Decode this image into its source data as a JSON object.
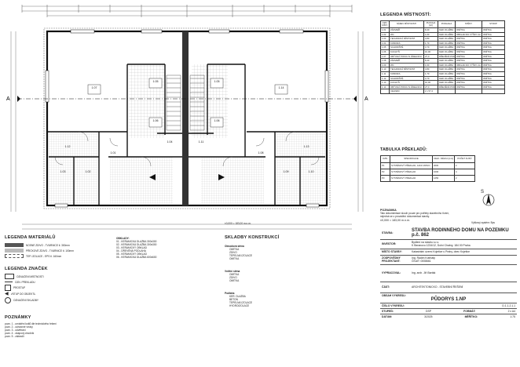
{
  "plan": {
    "section_marker": "A",
    "north": "S",
    "room_labels": [
      "1.07",
      "1.05",
      "1.06",
      "1.06",
      "1.05",
      "1.14",
      "1.04",
      "1.11",
      "1.01",
      "1.08",
      "1.03",
      "1.02",
      "1.09",
      "1.10",
      "1.12",
      "1.13"
    ]
  },
  "rooms_legend": {
    "title": "LEGENDA MÍSTNOSTÍ:",
    "headers": [
      "OZN. MÍST.",
      "NÁZEV MÍSTNOSTI",
      "PLOCHA [m²]",
      "PODLAHA",
      "STĚNY",
      "STROP"
    ],
    "rows": [
      [
        "1.01",
        "ZÁDVEŘÍ",
        "8,40",
        "KER. DLAŽBA",
        "OMÍTKA",
        "OMÍTKA"
      ],
      [
        "1.02",
        "WC",
        "1,60",
        "KER. DLAŽBA",
        "OBKLAD DO VÝŠKY 2m",
        "OMÍTKA"
      ],
      [
        "1.03",
        "TECHNICKÁ MÍSTNOST",
        "3,80",
        "KER. DLAŽBA",
        "OMÍTKA",
        "OMÍTKA"
      ],
      [
        "1.04",
        "KOMORA",
        "1,70",
        "KER. DLAŽBA",
        "OMÍTKA",
        "OMÍTKA"
      ],
      [
        "1.05",
        "SCHODIŠTĚ",
        "3,70",
        "KER. DLAŽBA",
        "OMÍTKA",
        "OMÍTKA"
      ],
      [
        "1.06",
        "KUCHYŇ",
        "10,00",
        "KER. DLAŽBA",
        "OMÍTKA",
        "OMÍTKA"
      ],
      [
        "1.07",
        "OBÝVACÍ POKOJ S JÍDELNOU",
        "27,0",
        "DŘEVĚNÁ PODLAHA",
        "OMÍTKA",
        "OMÍTKA"
      ],
      [
        "1.08",
        "ZÁDVEŘÍ",
        "8,40",
        "KER. DLAŽBA",
        "OMÍTKA",
        "OMÍTKA"
      ],
      [
        "1.09",
        "WC",
        "1,60",
        "KER. DLAŽBA",
        "OBKLAD DO VÝŠKY 2m",
        "OMÍTKA"
      ],
      [
        "1.10",
        "TECHNICKÁ MÍSTNOST",
        "3,80",
        "KER. DLAŽBA",
        "OMÍTKA",
        "OMÍTKA"
      ],
      [
        "1.11",
        "KOMORA",
        "1,70",
        "KER. DLAŽBA",
        "OMÍTKA",
        "OMÍTKA"
      ],
      [
        "1.12",
        "SCHODIŠTĚ",
        "3,70",
        "KER. DLAŽBA",
        "OMÍTKA",
        "OMÍTKA"
      ],
      [
        "1.13",
        "KUCHYŇ",
        "10,00",
        "KER. DLAŽBA",
        "OMÍTKA",
        "OMÍTKA"
      ],
      [
        "1.14",
        "OBÝVACÍ POKOJ S JÍDELNOU",
        "27,0",
        "DŘEVĚNÁ PODLAHA",
        "OMÍTKA",
        "OMÍTKA"
      ],
      [
        "",
        "CELKEM",
        "2 x 57,4",
        "",
        "",
        ""
      ]
    ]
  },
  "lintels": {
    "title": "TABULKA PŘEKLADŮ:",
    "headers": [
      "OZN.",
      "SPECIFIKACE",
      "CELK. DÉLKA [mm]",
      "POČET KUSŮ"
    ],
    "rows": [
      [
        "P1",
        "SYSTÉMOVÝ PŘEKLAD, JAKO ZDIVO",
        "2000",
        "2"
      ],
      [
        "P2",
        "SYSTÉMOVÝ PŘEKLAD",
        "1000",
        "4"
      ],
      [
        "P3",
        "SYSTÉMOVÝ PŘEKLAD",
        "1250",
        "2"
      ]
    ]
  },
  "note": {
    "title": "POZNÁMKA",
    "text": [
      "Tato dokumentace slouží pouze pro potřeby stavebního řízení,",
      "nejedná se o prováděcí dokumentaci stavby."
    ],
    "elevation": "±0,000 = 183,00 m.n.m.",
    "system": "Výškový systém: Bpv"
  },
  "materials": {
    "title": "LEGENDA MATERIÁLŮ",
    "items": [
      "NOSNÉ ZDIVO - TVÁRNICE tl. 300mm",
      "PŘÍČKOVÉ ZDIVO - TVÁRNICE tl. 100mm",
      "TEP. IZOLACE - EPS tl. 160mm"
    ],
    "floors_title": "OBKLADY:",
    "floors": [
      "01 - KERAMICKÁ DLAŽBA 300x300",
      "02 - KERAMICKÁ DLAŽBA 300x300",
      "03 - KERAMICKÝ OBKLAD",
      "04 - DŘEVĚNÁ PODLAHA",
      "05 - KERAMICKÝ OBKLAD",
      "06 - KERAMICKÁ DLAŽBA 600x600"
    ]
  },
  "symbols": {
    "title": "LEGENDA ZNAČEK",
    "items": [
      "OZNAČENÍ MÍSTNOSTI",
      "OZN. PŘEKLADU",
      "PROSTUP",
      "VSTUP DO OBJEKTU",
      "OZNAČENÍ SKLADBY"
    ]
  },
  "remarks": {
    "title": "POZNÁMKY",
    "items": [
      "pozn. 1 - umístění kotlů dle technického řešení",
      "pozn. 2 - ochranné vrstvy",
      "pozn. 3 - odvětrání",
      "pozn. 4 - okapový chodník",
      "pozn. 5 - zábradlí"
    ]
  },
  "compositions": {
    "title": "SKLADBY KONSTRUKCÍ",
    "groups": [
      {
        "name": "Obvodová stěna",
        "lines": [
          "OMÍTKA",
          "ZDIVO",
          "TEPELNÁ IZOLACE",
          "OMÍTKA"
        ]
      },
      {
        "name": "Vnitřní stěna",
        "lines": [
          "OMÍTKA",
          "ZDIVO",
          "OMÍTKA"
        ]
      },
      {
        "name": "Podlaha",
        "lines": [
          "KER. DLAŽBA",
          "BETON",
          "TEPELNÁ IZOLACE",
          "HYDROIZOLACE"
        ]
      }
    ]
  },
  "titleblock": {
    "stavba_label": "STAVBA:",
    "stavba": "STAVBA RODINNÉHO DOMU NA POZEMKU p.č. 862",
    "investor_label": "INVESTOR:",
    "investor": [
      "Bydlení na stavbu s.r.o.",
      "K Beranovu 1234/12, Dolní Chabry, 184 00 Praha"
    ],
    "misto_label": "MÍSTO STAVBY:",
    "misto": "Katastrální území Kojetice u Prahy, obec Kojetice",
    "projektant_label": "ZODPOVĚDNÝ PROJEKTANT:",
    "projektant": [
      "Ing. Radim Kotrbatý",
      "ČKAIT: 0008661"
    ],
    "vypracoval_label": "VYPRACOVAL:",
    "vypracoval": "Ing. arch. Jiří Barták",
    "cast_label": "ČÁST:",
    "cast": "ARCHITEKTONICKO - STAVEBNÍ ŘEŠENÍ",
    "obsah_label": "OBSAH VÝKRESU:",
    "obsah": "PŮDORYS 1.NP",
    "cislo_label": "ČÍSLO VÝKRESU:",
    "cislo": "D.1.1.2.1.1",
    "stupen_label": "STUPEŇ:",
    "stupen": "DSP",
    "format_label": "FORMÁT:",
    "format": "2 x A4",
    "datum_label": "DATUM:",
    "datum": "3/2025",
    "meritko_label": "MĚŘÍTKO:",
    "meritko": "1:75"
  }
}
